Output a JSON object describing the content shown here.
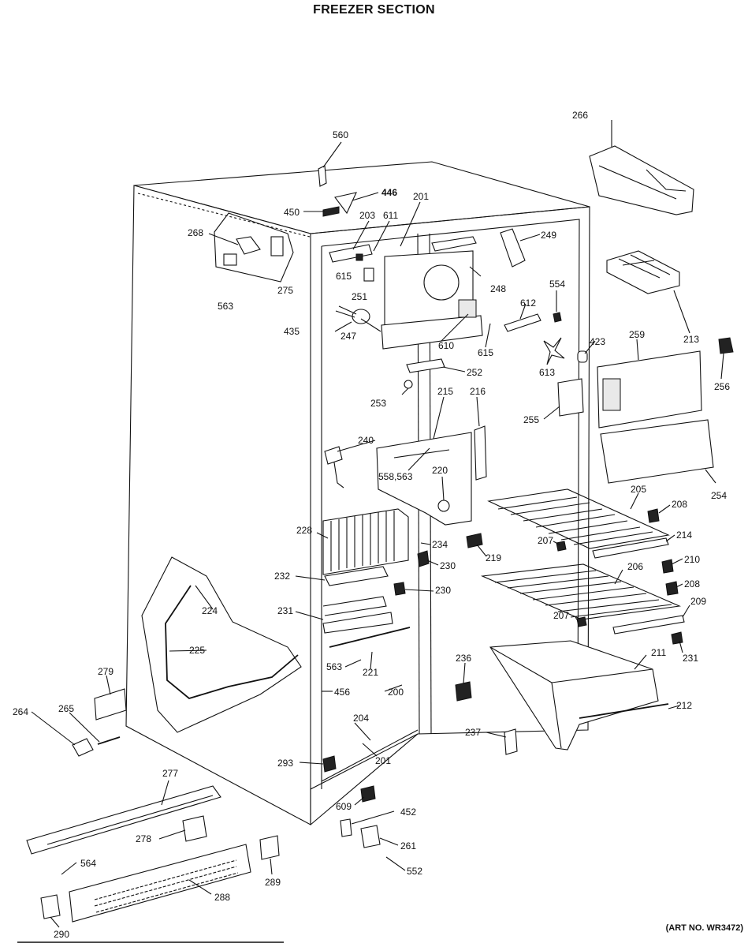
{
  "title": "FREEZER SECTION",
  "art_number": "(ART NO. WR3472)",
  "parts": [
    {
      "id": "p560",
      "label": "560"
    },
    {
      "id": "p446",
      "label": "446"
    },
    {
      "id": "p450",
      "label": "450"
    },
    {
      "id": "p201a",
      "label": "201"
    },
    {
      "id": "p203",
      "label": "203"
    },
    {
      "id": "p611",
      "label": "611"
    },
    {
      "id": "p268",
      "label": "268"
    },
    {
      "id": "p275",
      "label": "275"
    },
    {
      "id": "p563a",
      "label": "563"
    },
    {
      "id": "p615a",
      "label": "615"
    },
    {
      "id": "p251",
      "label": "251"
    },
    {
      "id": "p435",
      "label": "435"
    },
    {
      "id": "p247",
      "label": "247"
    },
    {
      "id": "p248",
      "label": "248"
    },
    {
      "id": "p249",
      "label": "249"
    },
    {
      "id": "p266",
      "label": "266"
    },
    {
      "id": "p554",
      "label": "554"
    },
    {
      "id": "p612",
      "label": "612"
    },
    {
      "id": "p610",
      "label": "610"
    },
    {
      "id": "p615b",
      "label": "615"
    },
    {
      "id": "p213",
      "label": "213"
    },
    {
      "id": "p423",
      "label": "423"
    },
    {
      "id": "p613",
      "label": "613"
    },
    {
      "id": "p259",
      "label": "259"
    },
    {
      "id": "p256",
      "label": "256"
    },
    {
      "id": "p252",
      "label": "252"
    },
    {
      "id": "p253",
      "label": "253"
    },
    {
      "id": "p215",
      "label": "215"
    },
    {
      "id": "p216",
      "label": "216"
    },
    {
      "id": "p255",
      "label": "255"
    },
    {
      "id": "p240",
      "label": "240"
    },
    {
      "id": "p558",
      "label": "558,563"
    },
    {
      "id": "p220",
      "label": "220"
    },
    {
      "id": "p254",
      "label": "254"
    },
    {
      "id": "p205",
      "label": "205"
    },
    {
      "id": "p208a",
      "label": "208"
    },
    {
      "id": "p228",
      "label": "228"
    },
    {
      "id": "p234",
      "label": "234"
    },
    {
      "id": "p207a",
      "label": "207"
    },
    {
      "id": "p214",
      "label": "214"
    },
    {
      "id": "p219",
      "label": "219"
    },
    {
      "id": "p230a",
      "label": "230"
    },
    {
      "id": "p232",
      "label": "232"
    },
    {
      "id": "p206",
      "label": "206"
    },
    {
      "id": "p210",
      "label": "210"
    },
    {
      "id": "p230b",
      "label": "230"
    },
    {
      "id": "p208b",
      "label": "208"
    },
    {
      "id": "p224",
      "label": "224"
    },
    {
      "id": "p231a",
      "label": "231"
    },
    {
      "id": "p209",
      "label": "209"
    },
    {
      "id": "p207b",
      "label": "207"
    },
    {
      "id": "p225",
      "label": "225"
    },
    {
      "id": "p231b",
      "label": "231"
    },
    {
      "id": "p236",
      "label": "236"
    },
    {
      "id": "p211",
      "label": "211"
    },
    {
      "id": "p563b",
      "label": "563"
    },
    {
      "id": "p221",
      "label": "221"
    },
    {
      "id": "p279",
      "label": "279"
    },
    {
      "id": "p456",
      "label": "456"
    },
    {
      "id": "p200",
      "label": "200"
    },
    {
      "id": "p212",
      "label": "212"
    },
    {
      "id": "p264",
      "label": "264"
    },
    {
      "id": "p265",
      "label": "265"
    },
    {
      "id": "p204",
      "label": "204"
    },
    {
      "id": "p237",
      "label": "237"
    },
    {
      "id": "p201b",
      "label": "201"
    },
    {
      "id": "p293",
      "label": "293"
    },
    {
      "id": "p277",
      "label": "277"
    },
    {
      "id": "p609",
      "label": "609"
    },
    {
      "id": "p452",
      "label": "452"
    },
    {
      "id": "p278",
      "label": "278"
    },
    {
      "id": "p261",
      "label": "261"
    },
    {
      "id": "p564",
      "label": "564"
    },
    {
      "id": "p552",
      "label": "552"
    },
    {
      "id": "p289",
      "label": "289"
    },
    {
      "id": "p288",
      "label": "288"
    },
    {
      "id": "p290",
      "label": "290"
    }
  ]
}
